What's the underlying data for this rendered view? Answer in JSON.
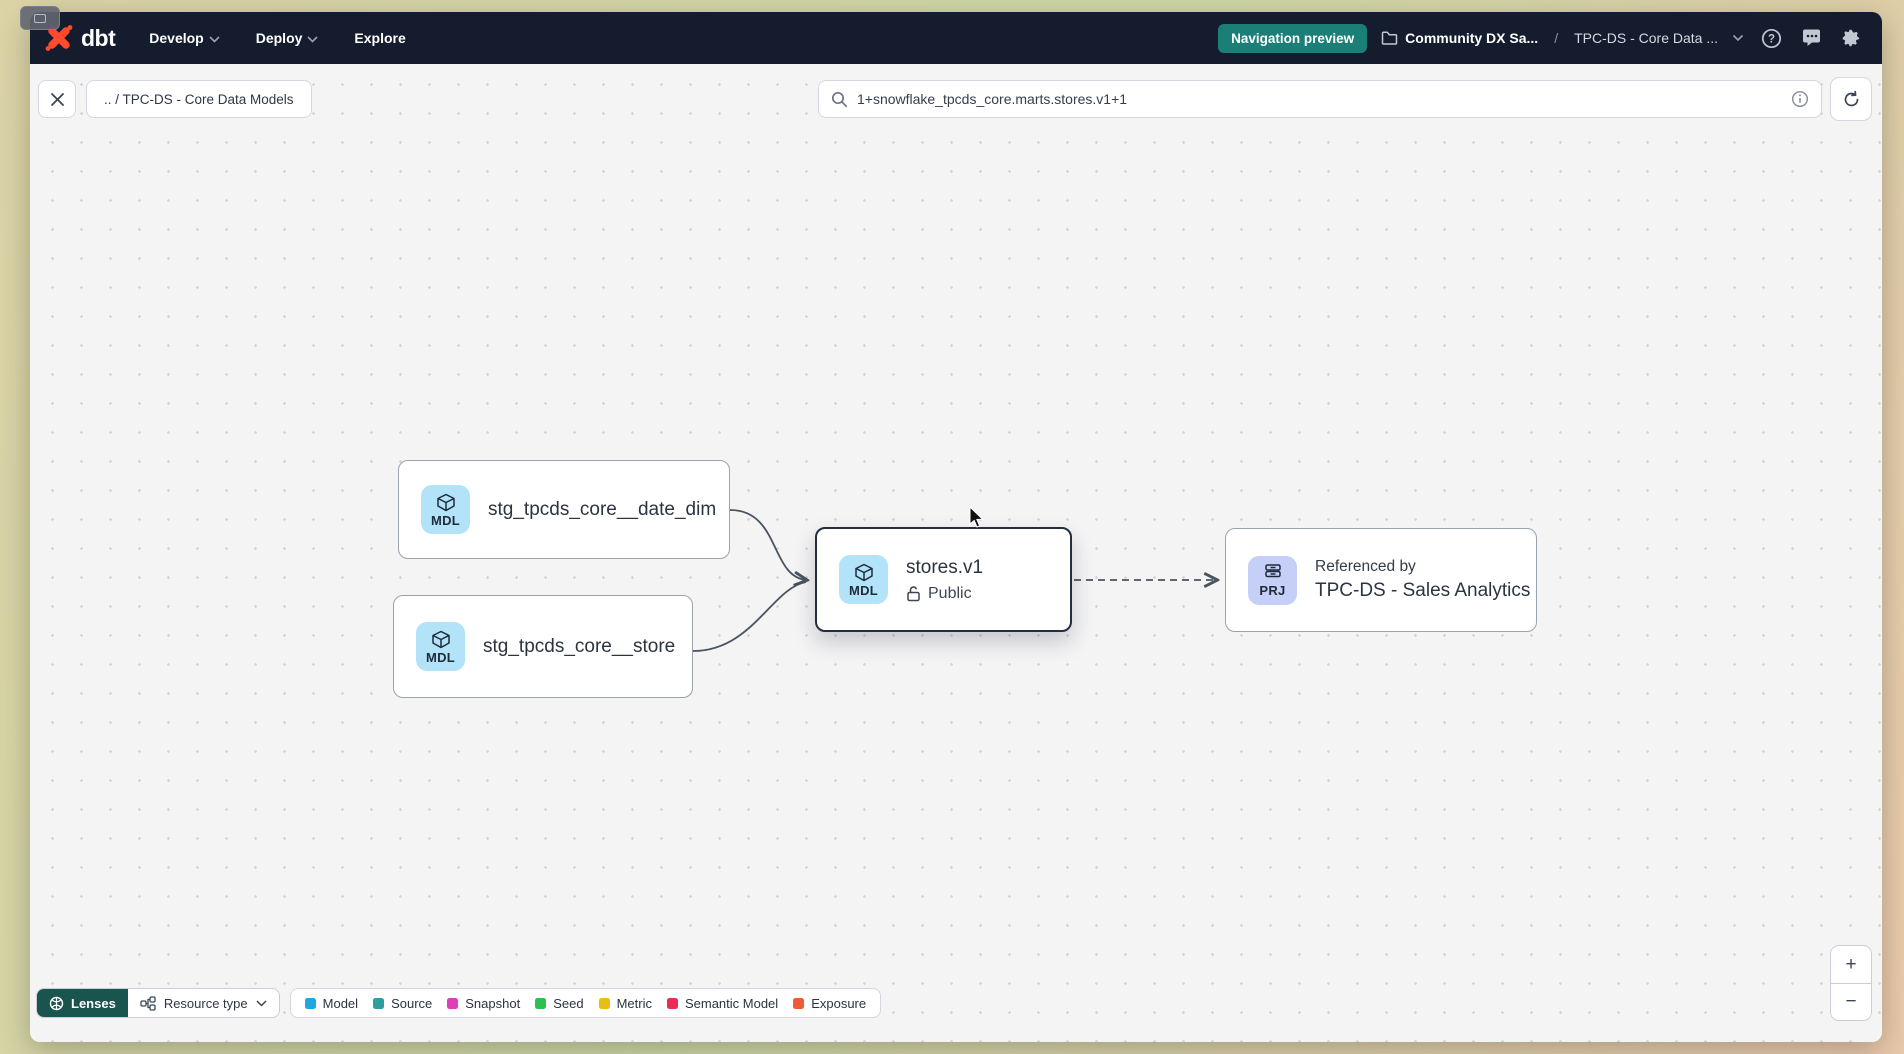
{
  "navbar": {
    "logo": "dbt",
    "menu_develop": "Develop",
    "menu_deploy": "Deploy",
    "menu_explore": "Explore",
    "preview_badge": "Navigation preview",
    "account_name": "Community DX Sa...",
    "path_separator": "/",
    "project_name": "TPC-DS - Core Data ..."
  },
  "toolbar": {
    "breadcrumb": ".. / TPC-DS - Core Data Models",
    "search_value": "1+snowflake_tpcds_core.marts.stores.v1+1"
  },
  "graph": {
    "node_date_dim": {
      "badge": "MDL",
      "title": "stg_tpcds_core__date_dim"
    },
    "node_store": {
      "badge": "MDL",
      "title": "stg_tpcds_core__store"
    },
    "node_stores_v1": {
      "badge": "MDL",
      "title": "stores.v1",
      "access": "Public"
    },
    "node_project": {
      "badge": "PRJ",
      "pretitle": "Referenced by",
      "title": "TPC-DS - Sales Analytics"
    }
  },
  "footer": {
    "lenses_label": "Lenses",
    "resource_type_label": "Resource type",
    "legend": [
      {
        "label": "Model",
        "color": "#1ea7e0"
      },
      {
        "label": "Source",
        "color": "#2f9e9e"
      },
      {
        "label": "Snapshot",
        "color": "#de3eb8"
      },
      {
        "label": "Seed",
        "color": "#2cc04e"
      },
      {
        "label": "Metric",
        "color": "#e9bd13"
      },
      {
        "label": "Semantic Model",
        "color": "#ea2c57"
      },
      {
        "label": "Exposure",
        "color": "#ee5c35"
      }
    ]
  },
  "zoom_controls": {
    "zoom_in": "+",
    "zoom_out": "−"
  },
  "colors": {
    "navbar_bg": "#141c2e",
    "accent_teal": "#1b7f78",
    "lenses_teal": "#19544e",
    "brand_orange": "#ff4b2b",
    "mdl_badge_bg": "#b3e3f9",
    "prj_badge_bg": "#c5cff7"
  }
}
